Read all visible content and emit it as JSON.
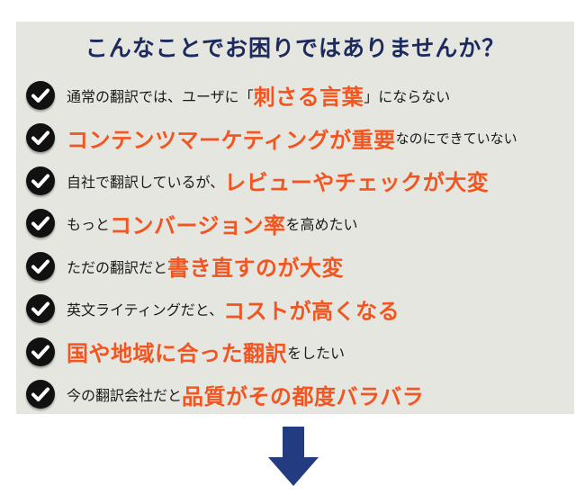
{
  "title": "こんなことでお困りではありませんか？",
  "items": [
    {
      "pre": "通常の翻訳では、ユーザに「",
      "hl": "刺さる言葉",
      "post": "」にならない"
    },
    {
      "pre": "",
      "hl": "コンテンツマーケティングが重要",
      "post": "なのにできていない"
    },
    {
      "pre": "自社で翻訳しているが、",
      "hl": "レビューやチェックが大変",
      "post": ""
    },
    {
      "pre": "もっと",
      "hl": "コンバージョン率",
      "post": "を高めたい"
    },
    {
      "pre": "ただの翻訳だと",
      "hl": "書き直すのが大変",
      "post": ""
    },
    {
      "pre": "英文ライティングだと、",
      "hl": "コストが高くなる",
      "post": ""
    },
    {
      "pre": "",
      "hl": "国や地域に合った翻訳",
      "post": "をしたい"
    },
    {
      "pre": "今の翻訳会社だと",
      "hl": "品質がその都度バラバラ",
      "post": ""
    }
  ],
  "colors": {
    "title": "#1c2a5e",
    "highlight": "#f2551f",
    "panel_bg": "#e6e6e0",
    "arrow": "#233b80"
  },
  "icons": {
    "bullet": "check-circle-icon",
    "pointer": "down-arrow-icon"
  }
}
